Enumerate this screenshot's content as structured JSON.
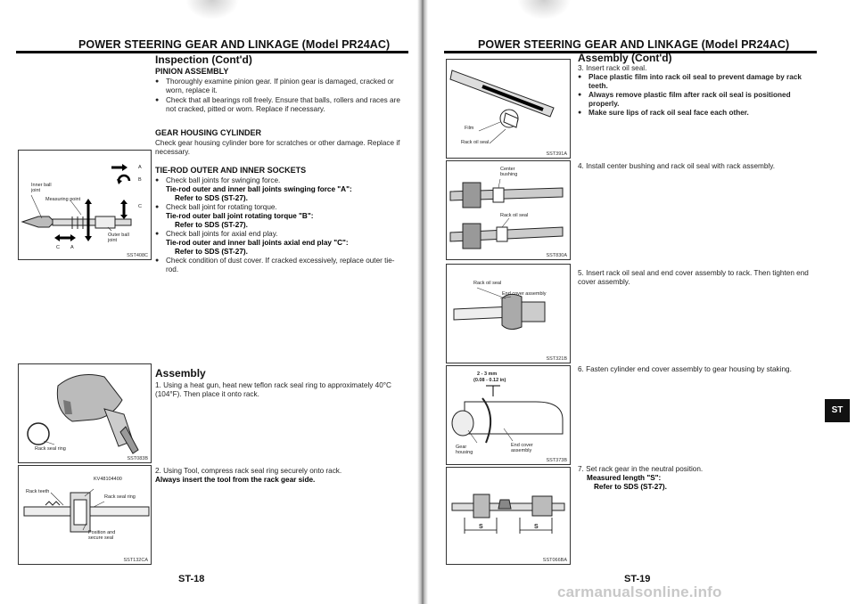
{
  "left": {
    "header": "POWER STEERING GEAR AND LINKAGE (Model PR24AC)",
    "section_title": "Inspection (Cont'd)",
    "pinion_title": "PINION ASSEMBLY",
    "pinion_bullets": [
      "Thoroughly examine pinion gear. If pinion gear is damaged, cracked or worn, replace it.",
      "Check that all bearings roll freely. Ensure that balls, rollers and races are not cracked, pitted or worn. Replace if necessary."
    ],
    "gear_housing_title": "GEAR HOUSING CYLINDER",
    "gear_housing_text": "Check gear housing cylinder bore for scratches or other damage. Replace if necessary.",
    "tierod_title": "TIE-ROD OUTER AND INNER SOCKETS",
    "tierod_items": [
      {
        "text": "Check ball joints for swinging force.",
        "bold1": "Tie-rod outer and inner ball joints swinging force \"A\":",
        "bold2": "Refer to SDS (ST-27)."
      },
      {
        "text": "Check ball joint for rotating torque.",
        "bold1": "Tie-rod outer ball joint rotating torque \"B\":",
        "bold2": "Refer to SDS (ST-27)."
      },
      {
        "text": "Check ball joints for axial end play.",
        "bold1": "Tie-rod outer and inner ball joints axial end play \"C\":",
        "bold2": "Refer to SDS (ST-27)."
      }
    ],
    "tierod_last": "Check condition of dust cover. If cracked excessively, replace outer tie-rod.",
    "assembly_title": "Assembly",
    "assembly_step1": "1.  Using a heat gun, heat new teflon rack seal ring to approximately 40°C (104°F). Then place it onto rack.",
    "assembly_step2": "2.  Using Tool, compress rack seal ring securely onto rack.",
    "assembly_step2_bold": "Always insert the tool from the rack gear side.",
    "page_number": "ST-18",
    "fig1": {
      "id": "SST408C",
      "labels": [
        "A",
        "B",
        "C",
        "Inner ball joint",
        "Measuring point",
        "Outer ball joint",
        "C",
        "A"
      ]
    },
    "fig2": {
      "id": "SST083B",
      "labels": [
        "Rack seal ring"
      ]
    },
    "fig3": {
      "id": "SST132CA",
      "labels": [
        "KV48104400",
        "Rack teeth",
        "Rack seal ring",
        "Position and secure seal"
      ]
    }
  },
  "right": {
    "header": "POWER STEERING GEAR AND LINKAGE (Model PR24AC)",
    "section_title": "Assembly (Cont'd)",
    "step3": "3.  Insert rack oil seal.",
    "step3_bullets": [
      "Place plastic film into rack oil seal to prevent damage by rack teeth.",
      "Always remove plastic film after rack oil seal is positioned properly.",
      "Make sure lips of rack oil seal face each other."
    ],
    "step4": "4.  Install center bushing and rack oil seal with rack assembly.",
    "step5": "5.  Insert rack oil seal and end cover assembly to rack. Then tighten end cover assembly.",
    "step6": "6.  Fasten cylinder end cover assembly to gear housing by staking.",
    "step7": "7.  Set rack gear in the neutral position.",
    "step7_bold1": "Measured length \"S\":",
    "step7_bold2": "Refer to SDS (ST-27).",
    "page_number": "ST-19",
    "tab": "ST",
    "watermark": "carmanualsonline.info",
    "fig1": {
      "id": "SST391A",
      "labels": [
        "Film",
        "Rack oil seal"
      ]
    },
    "fig2": {
      "id": "SST830A",
      "labels": [
        "Center bushing",
        "Rack oil seal"
      ]
    },
    "fig3": {
      "id": "SST321B",
      "labels": [
        "Rack oil seal",
        "End cover assembly"
      ]
    },
    "fig4": {
      "id": "SST373B",
      "labels": [
        "2 - 3 mm",
        "(0.08 - 0.12 in)",
        "Gear housing",
        "End cover assembly"
      ]
    },
    "fig5": {
      "id": "SST066BA",
      "labels": [
        "S",
        "S"
      ]
    }
  }
}
